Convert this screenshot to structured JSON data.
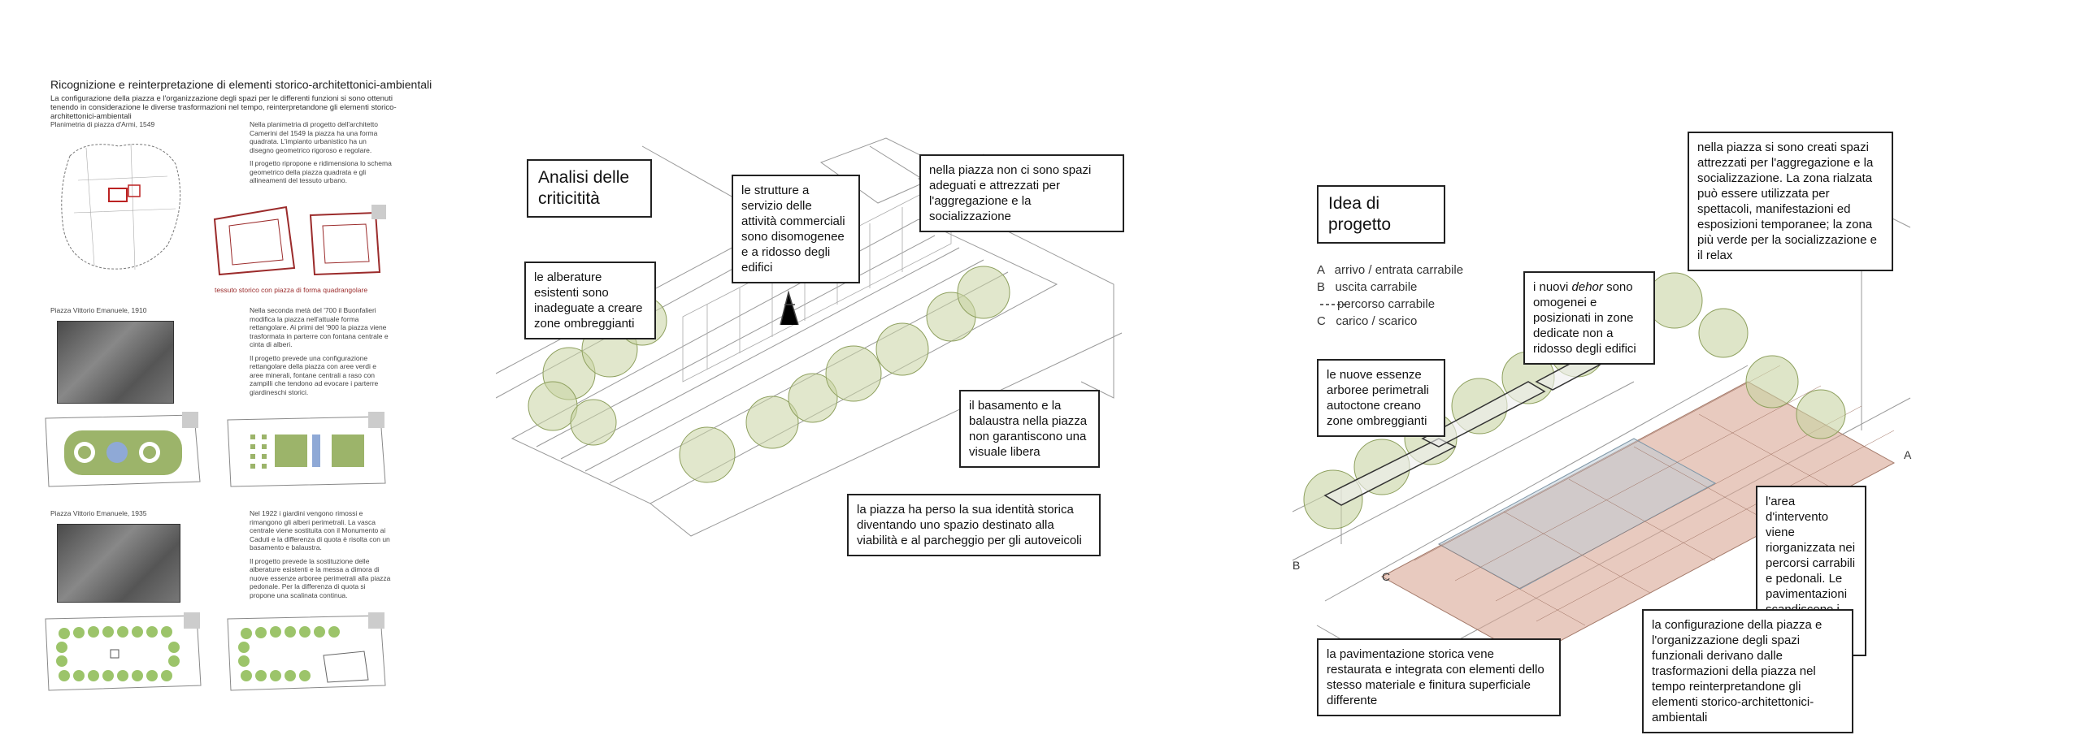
{
  "left_panel": {
    "title": "Ricognizione e reinterpretazione di elementi storico-architettonici-ambientali",
    "intro": "La configurazione della piazza e l'organizzazione degli spazi per le differenti funzioni si sono ottenuti tenendo in considerazione le diverse trasformazioni nel tempo, reinterpretandone gli elementi storico-architettonici-ambientali",
    "rows": [
      {
        "caption": "Planimetria di piazza d'Armi, 1549",
        "text1": "Nella planimetria di progetto dell'architetto Camerini del 1549 la piazza ha una forma quadrata. L'impianto urbanistico ha un disegno geometrico rigoroso e regolare.",
        "text2": "Il progetto ripropone e ridimensiona lo schema geometrico della piazza quadrata e gli allineamenti del tessuto urbano.",
        "note": "tessuto storico con piazza di forma quadrangolare"
      },
      {
        "caption": "Piazza Vittorio Emanuele, 1910",
        "text1": "Nella seconda metà del '700 il Buonfalieri modifica la piazza nell'attuale forma rettangolare. Ai primi del '900 la piazza viene trasformata in parterre con fontana centrale e cinta di alberi.",
        "text2": "Il progetto prevede una configurazione rettangolare della piazza con aree verdi e aree minerali, fontane centrali a raso con zampilli che tendono ad evocare i parterre giardineschi storici."
      },
      {
        "caption": "Piazza Vittorio Emanuele, 1935",
        "text1": "Nel 1922 i giardini vengono rimossi e rimangono gli alberi perimetrali. La vasca centrale viene sostituita con il Monumento ai Caduti e la differenza di quota è risolta con un basamento e balaustra.",
        "text2": "Il progetto prevede la sostituzione delle alberature esistenti e la messa a dimora di nuove essenze arboree perimetrali alla piazza pedonale. Per la differenza di quota si propone una scalinata continua."
      }
    ]
  },
  "analysis": {
    "title": "Analisi delle criticitità",
    "callouts": [
      "le strutture a servizio delle attività commerciali sono disomogenee e a ridosso degli edifici",
      "nella piazza non ci sono spazi adeguati e attrezzati per l'aggregazione e la socializzazione",
      "le alberature esistenti sono inadeguate a creare zone ombreggianti",
      "il basamento e la balaustra nella piazza non garantiscono una visuale libera",
      "la piazza ha perso la sua identità storica diventando uno spazio destinato alla viabilità e al parcheggio per gli autoveicoli"
    ]
  },
  "project": {
    "title": "Idea di progetto",
    "legend": [
      "A   arrivo / entrata carrabile",
      "B   uscita carrabile",
      "      percorso carrabile",
      "C   carico / scarico"
    ],
    "callout_top": "nella piazza si sono creati spazi attrezzati per l'aggregazione e la socializzazione. La zona rialzata può essere utilizzata per spettacoli, manifestazioni ed esposizioni temporanee; la zona più verde per la socializzazione e il relax",
    "callout_dehor_pre": "i nuovi ",
    "callout_dehor_em": "dehor",
    "callout_dehor_post": " sono omogenei e posizionati in zone dedicate non a ridosso degli edifici",
    "callout_trees": "le nuove essenze arboree perimetrali autoctone creano zone ombreggianti",
    "callout_area": "l'area d'intervento viene riorganizzata nei percorsi carrabili e pedonali. Le pavimentazioni scandiscono i vari spazi funzionali",
    "callout_paving": "la pavimentazione storica vene restaurata e integrata con elementi dello stesso materiale e finitura superficiale differente",
    "callout_config": "la configurazione della piazza e l'organizzazione degli spazi funzionali derivano dalle trasformazioni della piazza nel tempo reinterpretandone gli elementi storico-architettonici-ambientali",
    "letters": [
      "A",
      "B",
      "C"
    ]
  }
}
